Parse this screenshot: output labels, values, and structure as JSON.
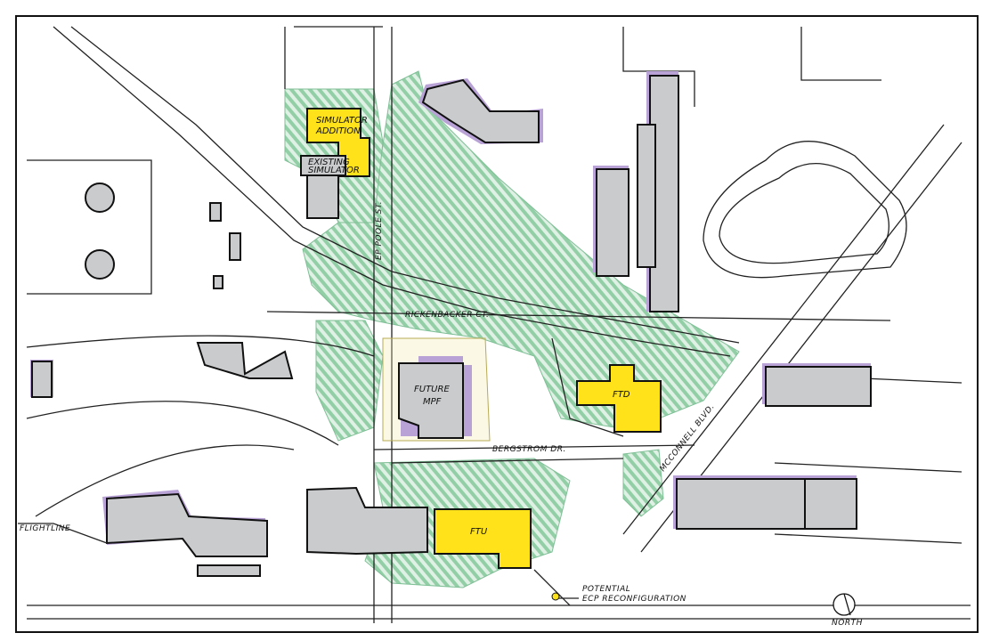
{
  "map": {
    "labels": {
      "simulator_addition_1": "SIMULATOR",
      "simulator_addition_2": "ADDITION",
      "existing_simulator_1": "EXISTING",
      "existing_simulator_2": "SIMULATOR",
      "future_mpf_1": "FUTURE",
      "future_mpf_2": "MPF",
      "ftd": "FTD",
      "ftu": "FTU",
      "street_vertical": "EP POOLE ST.",
      "rickenbacker": "RICKENBACKER CT.",
      "bergstrom": "BERGSTROM DR.",
      "mcconnell": "MCCONNELL BLVD.",
      "flightline": "FLIGHTLINE",
      "ecp_1": "POTENTIAL",
      "ecp_2": "ECP RECONFIGURATION",
      "north": "NORTH"
    },
    "colors": {
      "building": "#c9cbcd",
      "building_shadow": "#b9a3d6",
      "new_building": "#ffe21a",
      "green_space": "#9fd3b0",
      "walkway": "#f3eaa8"
    }
  }
}
